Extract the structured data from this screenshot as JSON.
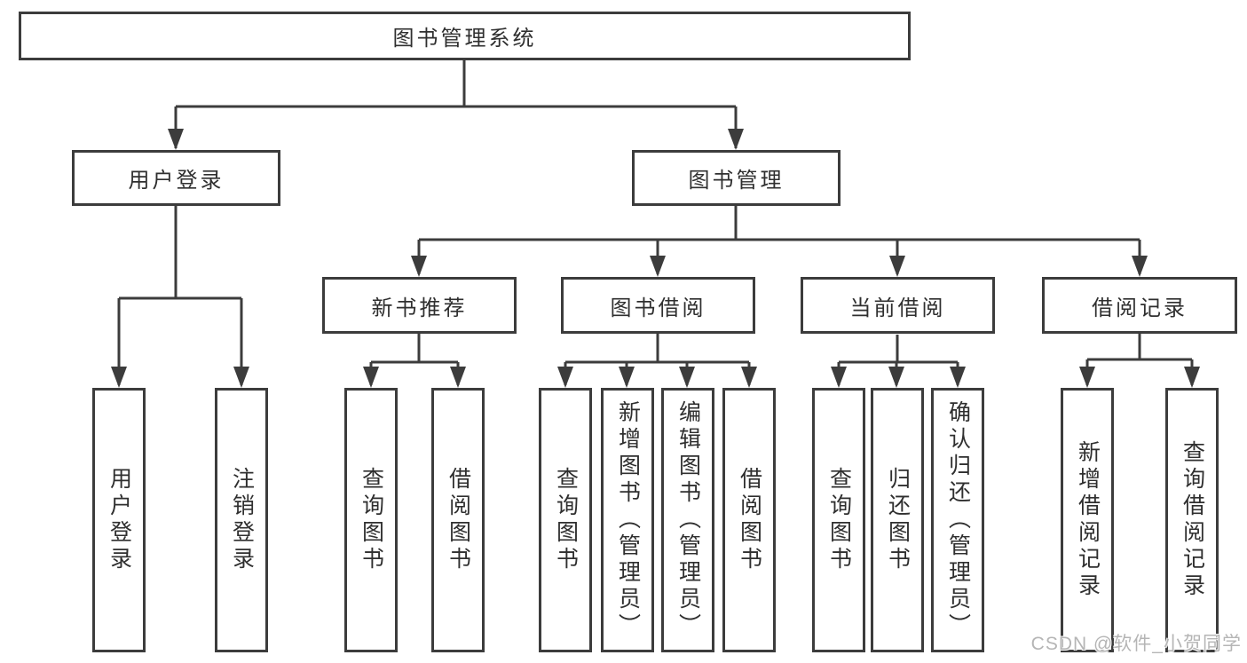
{
  "tree": {
    "root": {
      "label": "图书管理系统"
    },
    "branches": [
      {
        "label": "用户登录",
        "children": [
          {
            "label": "用户登录"
          },
          {
            "label": "注销登录"
          }
        ]
      },
      {
        "label": "图书管理",
        "children": [
          {
            "label": "新书推荐",
            "children": [
              {
                "label": "查询图书"
              },
              {
                "label": "借阅图书"
              }
            ]
          },
          {
            "label": "图书借阅",
            "children": [
              {
                "label": "查询图书"
              },
              {
                "label": "新增图书（管理员）"
              },
              {
                "label": "编辑图书（管理员）"
              },
              {
                "label": "借阅图书"
              }
            ]
          },
          {
            "label": "当前借阅",
            "children": [
              {
                "label": "查询图书"
              },
              {
                "label": "归还图书"
              },
              {
                "label": "确认归还（管理员）"
              }
            ]
          },
          {
            "label": "借阅记录",
            "children": [
              {
                "label": "新增借阅记录"
              },
              {
                "label": "查询借阅记录"
              }
            ]
          }
        ]
      }
    ]
  },
  "watermark": {
    "text": "CSDN @软件_小贺同学"
  },
  "colors": {
    "line": "#3c3c3c",
    "box_border": "#3c3c3c",
    "text": "#2f2f2f",
    "watermark": "#b5b5b5",
    "background": "#ffffff"
  }
}
